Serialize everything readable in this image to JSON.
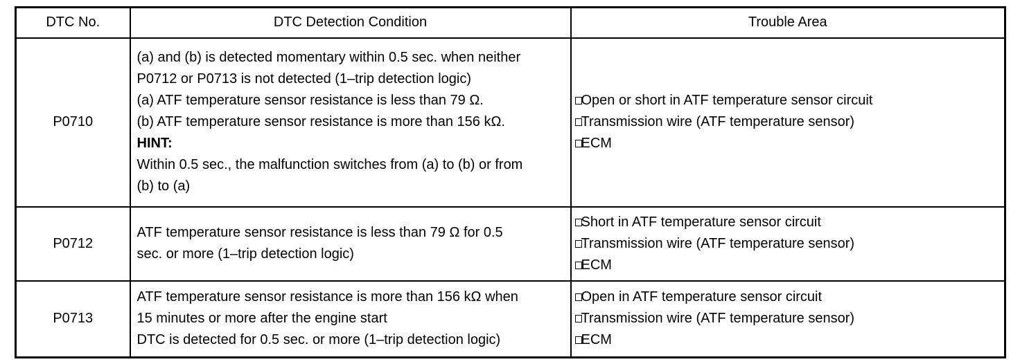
{
  "colors": {
    "text": "#000000",
    "border": "#000000",
    "background": "#ffffff"
  },
  "icons": {
    "trouble_area_bullet": "empty-square"
  },
  "table": {
    "headers": [
      "DTC No.",
      "DTC Detection Condition",
      "Trouble Area"
    ],
    "rows": [
      {
        "dtc": "P0710",
        "condition": [
          "(a) and (b) is detected momentary within 0.5 sec. when neither",
          "P0712 or P0713 is not detected (1–trip detection logic)",
          "(a) ATF temperature sensor resistance is less than 79 Ω.",
          "(b) ATF temperature sensor resistance is more than 156 kΩ.",
          "HINT:",
          "Within 0.5 sec., the malfunction switches from (a) to (b) or from",
          "(b) to (a)"
        ],
        "trouble_areas": [
          "Open or short in ATF temperature sensor circuit",
          "Transmission wire (ATF temperature sensor)",
          "ECM"
        ]
      },
      {
        "dtc": "P0712",
        "condition": [
          "ATF temperature sensor resistance is less than 79 Ω for 0.5",
          "sec. or more (1–trip detection logic)"
        ],
        "trouble_areas": [
          "Short in ATF temperature sensor circuit",
          "Transmission wire (ATF temperature sensor)",
          "ECM"
        ]
      },
      {
        "dtc": "P0713",
        "condition": [
          "ATF temperature sensor resistance is more than 156 kΩ when",
          "15 minutes or more after the engine start",
          "DTC is detected for 0.5 sec. or more (1–trip detection logic)"
        ],
        "trouble_areas": [
          "Open in ATF temperature sensor circuit",
          "Transmission wire (ATF temperature sensor)",
          "ECM"
        ]
      }
    ]
  }
}
